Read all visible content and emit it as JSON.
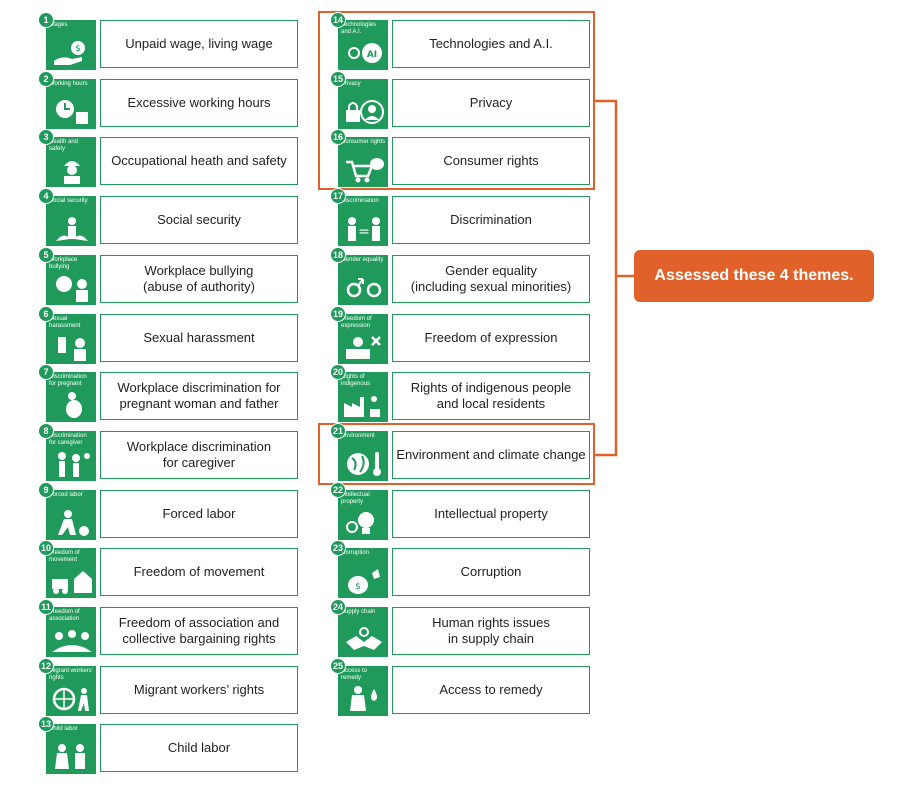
{
  "callout": "Assessed these 4 themes.",
  "colors": {
    "tile_green": "#1f9a5b",
    "highlight_orange": "#e0622a"
  },
  "left_items": [
    {
      "num": "1",
      "tile": "Wages",
      "label": "Unpaid wage, living wage",
      "icon": "wages-icon"
    },
    {
      "num": "2",
      "tile": "Working hours",
      "label": "Excessive working hours",
      "icon": "clock-icon"
    },
    {
      "num": "3",
      "tile": "Health and safety",
      "label": "Occupational heath and safety",
      "icon": "hard-hat-icon"
    },
    {
      "num": "4",
      "tile": "Social security",
      "label": "Social security",
      "icon": "family-icon"
    },
    {
      "num": "5",
      "tile": "Workplace bullying",
      "label": "Workplace bullying\n(abuse of authority)",
      "icon": "bullying-icon"
    },
    {
      "num": "6",
      "tile": "Sexual harassment",
      "label": "Sexual harassment",
      "icon": "harassment-icon"
    },
    {
      "num": "7",
      "tile": "Discrimination for pregnant",
      "label": "Workplace discrimination for\npregnant woman and father",
      "icon": "pregnant-icon"
    },
    {
      "num": "8",
      "tile": "Discrimination for caregiver",
      "label": "Workplace discrimination\nfor caregiver",
      "icon": "caregiver-icon"
    },
    {
      "num": "9",
      "tile": "Forced labor",
      "label": "Forced labor",
      "icon": "forced-labor-icon"
    },
    {
      "num": "10",
      "tile": "Freedom of movement",
      "label": "Freedom of movement",
      "icon": "truck-house-icon"
    },
    {
      "num": "11",
      "tile": "Freedom of association",
      "label": "Freedom of association and\ncollective bargaining rights",
      "icon": "group-icon"
    },
    {
      "num": "12",
      "tile": "Migrant workers' rights",
      "label": "Migrant workers’ rights",
      "icon": "globe-walker-icon"
    },
    {
      "num": "13",
      "tile": "Child labor",
      "label": "Child labor",
      "icon": "children-icon"
    }
  ],
  "right_items": [
    {
      "num": "14",
      "tile": "Technologies and A.I.",
      "label": "Technologies and A.I.",
      "icon": "ai-icon"
    },
    {
      "num": "15",
      "tile": "Privacy",
      "label": "Privacy",
      "icon": "lock-person-icon"
    },
    {
      "num": "16",
      "tile": "Consumer rights",
      "label": "Consumer rights",
      "icon": "cart-icon"
    },
    {
      "num": "17",
      "tile": "Discrimination",
      "label": "Discrimination",
      "icon": "discrimination-icon"
    },
    {
      "num": "18",
      "tile": "Gender equality",
      "label": "Gender equality\n(including sexual minorities)",
      "icon": "gender-icon"
    },
    {
      "num": "19",
      "tile": "Freedom of expression",
      "label": "Freedom of expression",
      "icon": "speaker-icon"
    },
    {
      "num": "20",
      "tile": "Rights of indigenous",
      "label": "Rights of indigenous people\nand local residents",
      "icon": "factory-icon"
    },
    {
      "num": "21",
      "tile": "Environment",
      "label": "Environment and climate change",
      "icon": "earth-thermometer-icon"
    },
    {
      "num": "22",
      "tile": "Intellectual property",
      "label": "Intellectual property",
      "icon": "lightbulb-icon"
    },
    {
      "num": "23",
      "tile": "Corruption",
      "label": "Corruption",
      "icon": "money-bag-icon"
    },
    {
      "num": "24",
      "tile": "Supply chain",
      "label": "Human rights issues\nin supply chain",
      "icon": "handshake-icon"
    },
    {
      "num": "25",
      "tile": "Access to remedy",
      "label": "Access to remedy",
      "icon": "remedy-icon"
    }
  ]
}
